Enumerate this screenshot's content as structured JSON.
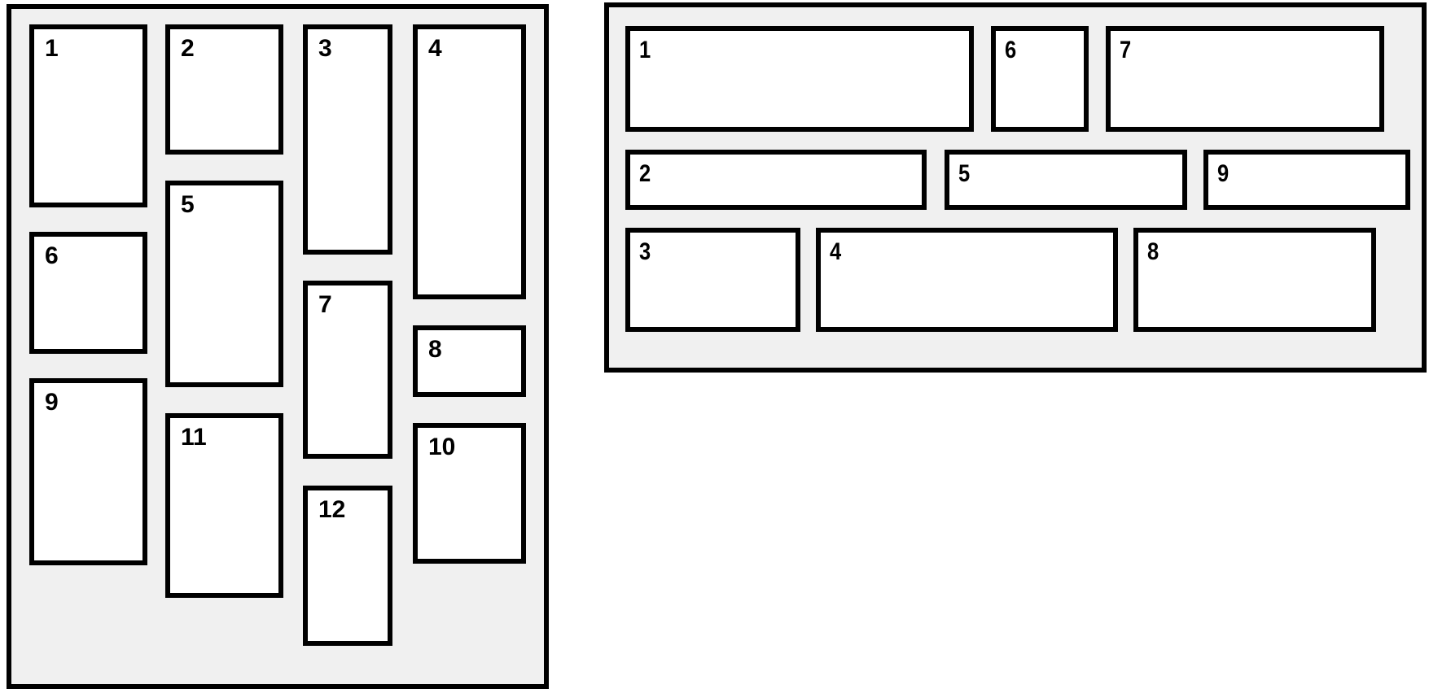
{
  "colors": {
    "page_bg": "#ffffff",
    "panel_bg": "#f0f0f0",
    "box_bg": "#ffffff",
    "border": "#000000"
  },
  "left_panel": {
    "boxes": [
      {
        "label": "1"
      },
      {
        "label": "6"
      },
      {
        "label": "9"
      },
      {
        "label": "2"
      },
      {
        "label": "5"
      },
      {
        "label": "11"
      },
      {
        "label": "3"
      },
      {
        "label": "7"
      },
      {
        "label": "12"
      },
      {
        "label": "4"
      },
      {
        "label": "8"
      },
      {
        "label": "10"
      }
    ]
  },
  "right_panel": {
    "boxes": [
      {
        "label": "1"
      },
      {
        "label": "6"
      },
      {
        "label": "7"
      },
      {
        "label": "2"
      },
      {
        "label": "5"
      },
      {
        "label": "9"
      },
      {
        "label": "3"
      },
      {
        "label": "4"
      },
      {
        "label": "8"
      }
    ]
  }
}
